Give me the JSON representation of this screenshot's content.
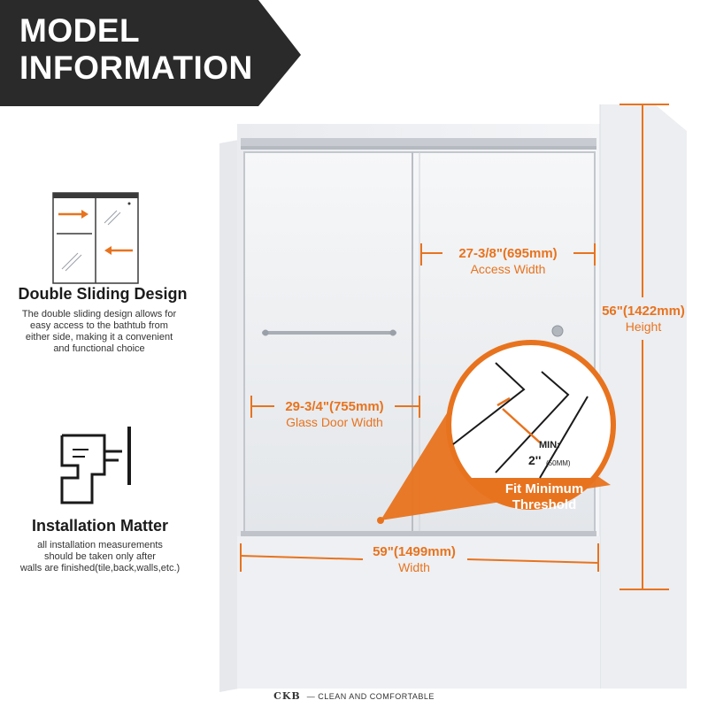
{
  "banner": {
    "line1": "MODEL",
    "line2": "INFORMATION"
  },
  "features": [
    {
      "title": "Double Sliding Design",
      "description": [
        "The double sliding design allows for",
        "easy access to the bathtub from",
        "either side, making it a convenient",
        "and functional choice"
      ]
    },
    {
      "title": "Installation Matter",
      "description": [
        "all installation measurements",
        "should be taken only after",
        "walls are finished(tile,back,walls,etc.)"
      ]
    }
  ],
  "dimensions": {
    "access": {
      "value": "27-3/8\"(695mm)",
      "label": "Access Width"
    },
    "height": {
      "value": "56\"(1422mm)",
      "label": "Height"
    },
    "glass": {
      "value": "29-3/4\"(755mm)",
      "label": "Glass Door Width"
    },
    "width": {
      "value": "59\"(1499mm)",
      "label": "Width"
    }
  },
  "callout": {
    "line1": "Fit Minimum",
    "line2": "Threshold",
    "min_label": "MIN:",
    "min_value": "2''",
    "min_unit": "(50MM)"
  },
  "footer": {
    "brand": "CKB",
    "tagline": "— CLEAN AND COMFORTABLE"
  },
  "colors": {
    "accent": "#e8731e",
    "banner": "#2a2a2a"
  },
  "icons": [
    "sliding-arrows-icon",
    "installation-wall-icon"
  ]
}
